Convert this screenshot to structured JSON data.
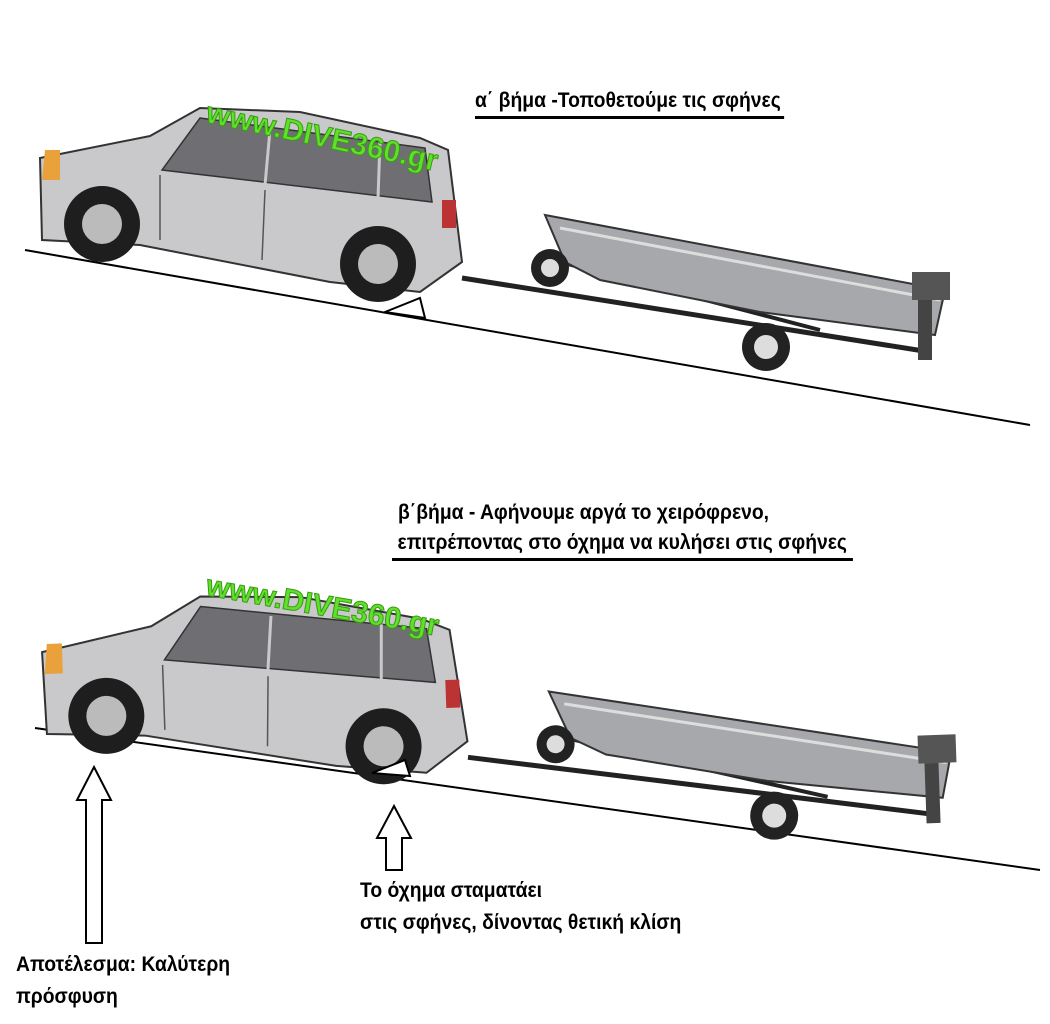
{
  "step1": {
    "title": "α΄ βήμα -Τοποθετούμε τις σφήνες"
  },
  "step2": {
    "line1": "β΄βήμα - Αφήνουμε αργά το χειρόφρενο,",
    "line2": "επιτρέποντας στο όχημα να κυλήσει στις σφήνες"
  },
  "wedge_note": {
    "line1": "Το όχημα σταματάει",
    "line2": "στις σφήνες, δίνοντας θετική κλίση"
  },
  "result": {
    "line1": "Αποτέλεσμα: Καλύτερη",
    "line2": "πρόσφυση"
  },
  "watermark": "www.DIVE360.gr",
  "colors": {
    "car": "#c9c9cc",
    "window": "#6f6f73",
    "watermark": "#5fe02a",
    "boat": "#a7a8ab"
  }
}
